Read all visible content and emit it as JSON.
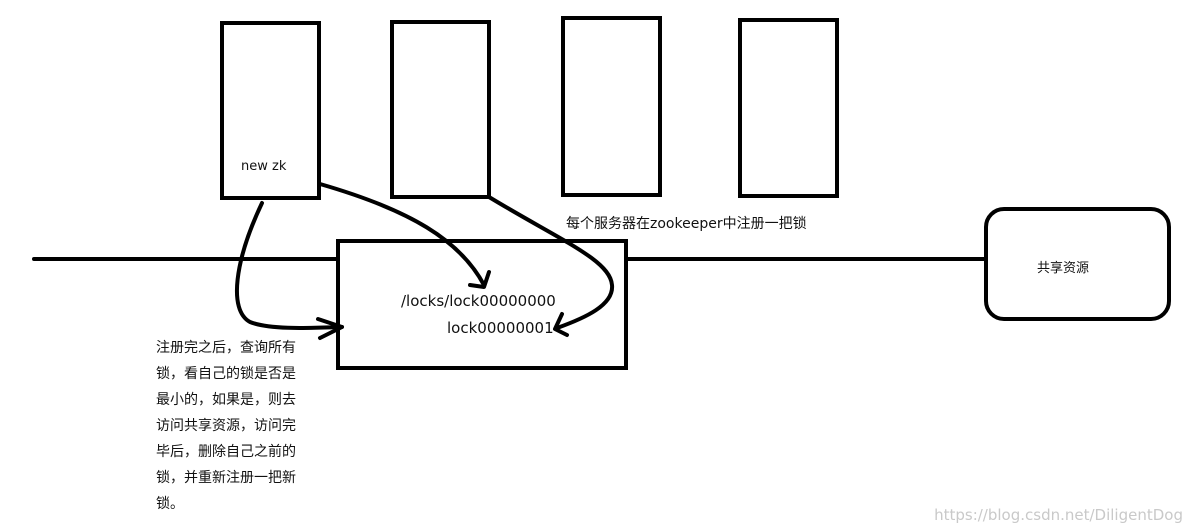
{
  "servers": [
    {
      "label": "new zk"
    },
    {
      "label": ""
    },
    {
      "label": ""
    },
    {
      "label": ""
    }
  ],
  "caption": "每个服务器在zookeeper中注册一把锁",
  "lock_box": {
    "path1": "/locks/lock00000000",
    "path2": "lock00000001"
  },
  "shared_resource": "共享资源",
  "explanation_lines": [
    "注册完之后，查询所有",
    "锁，看自己的锁是否是",
    "最小的，如果是，则去",
    "访问共享资源，访问完",
    "毕后，删除自己之前的",
    "锁，并重新注册一把新",
    "锁。"
  ],
  "watermark": "https://blog.csdn.net/DiligentDog"
}
